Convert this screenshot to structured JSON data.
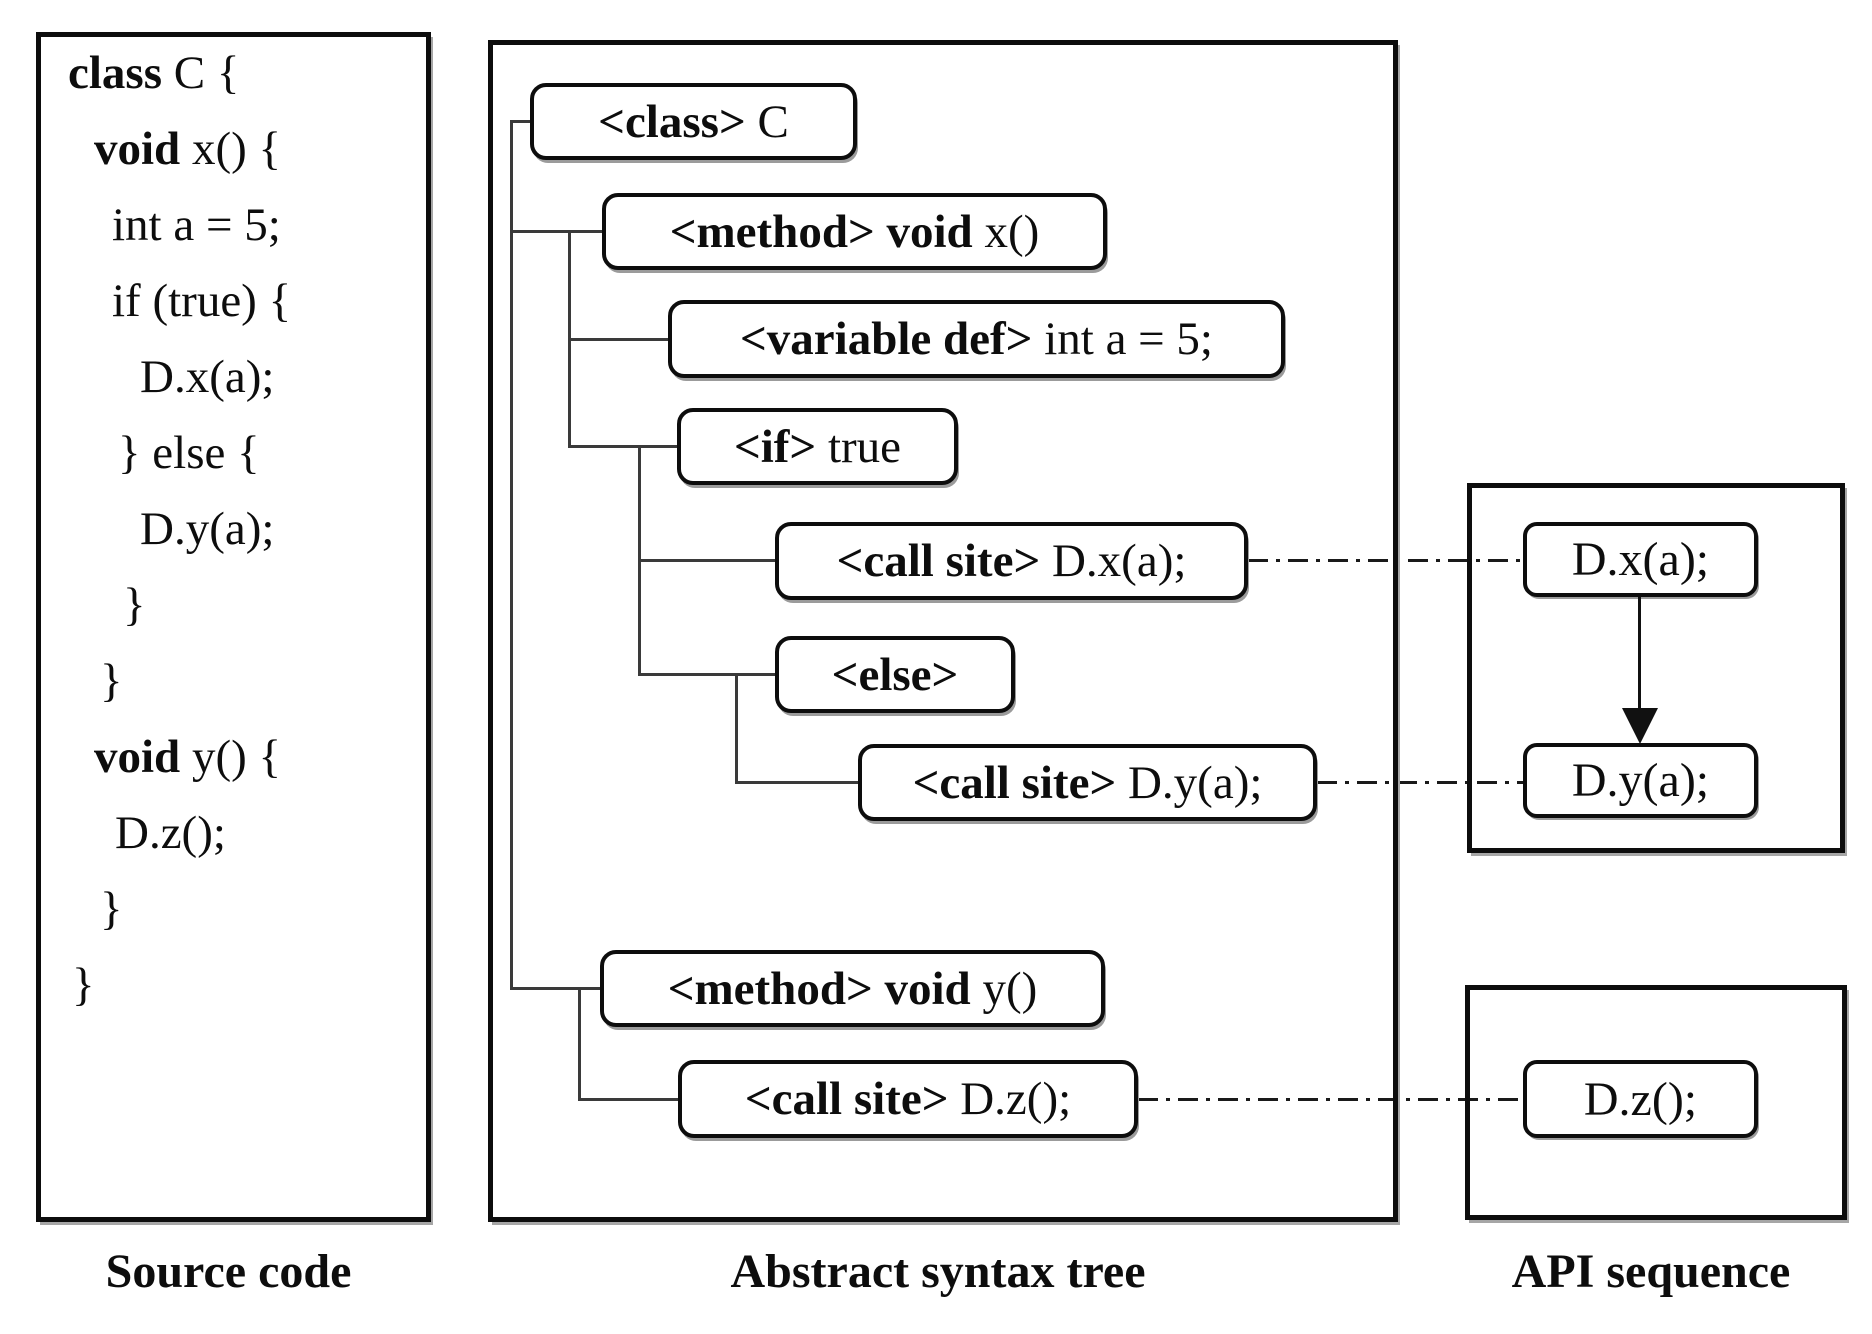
{
  "source_panel": {
    "caption": "Source code",
    "lines": [
      {
        "bold": "class",
        "rest": " C {"
      },
      {
        "bold": "void",
        "rest": " x() {"
      },
      {
        "bold": "",
        "rest": "int a = 5;"
      },
      {
        "bold": "",
        "rest": "if (true) {"
      },
      {
        "bold": "",
        "rest": "D.x(a);"
      },
      {
        "bold": "",
        "rest": "} else {"
      },
      {
        "bold": "",
        "rest": "D.y(a);"
      },
      {
        "bold": "",
        "rest": "}"
      },
      {
        "bold": "",
        "rest": "}"
      },
      {
        "bold": "void",
        "rest": " y() {"
      },
      {
        "bold": "",
        "rest": "D.z();"
      },
      {
        "bold": "",
        "rest": "}"
      },
      {
        "bold": "",
        "rest": "}"
      }
    ]
  },
  "ast_panel": {
    "caption": "Abstract syntax tree",
    "nodes": {
      "class_node": {
        "tag": "<class>",
        "mid": "",
        "rest": " C"
      },
      "method_x": {
        "tag": "<method>",
        "mid": " void",
        "rest": " x()"
      },
      "var_def": {
        "tag": "<variable def>",
        "mid": "",
        "rest": " int a = 5;"
      },
      "if_node": {
        "tag": "<if>",
        "mid": "",
        "rest": " true"
      },
      "call_dx": {
        "tag": "<call site>",
        "mid": "",
        "rest": " D.x(a);"
      },
      "else_node": {
        "tag": "<else>",
        "mid": "",
        "rest": ""
      },
      "call_dy": {
        "tag": "<call site>",
        "mid": "",
        "rest": " D.y(a);"
      },
      "method_y": {
        "tag": "<method>",
        "mid": " void",
        "rest": " y()"
      },
      "call_dz": {
        "tag": "<call site>",
        "mid": "",
        "rest": " D.z();"
      }
    }
  },
  "api_panel": {
    "caption": "API sequence",
    "nodes": {
      "dx": "D.x(a);",
      "dy": "D.y(a);",
      "dz": "D.z();"
    }
  },
  "colors": {
    "ink": "#0d0d0d",
    "connector": "#3a3a3a",
    "background": "#ffffff"
  }
}
